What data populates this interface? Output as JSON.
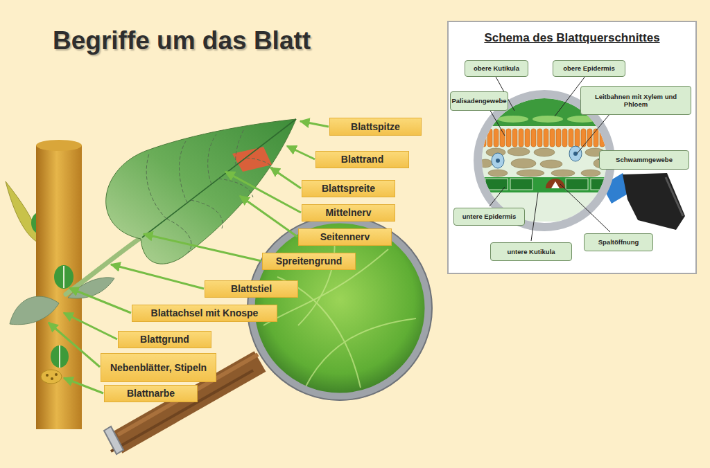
{
  "diagram": {
    "title": "Begriffe um das Blatt",
    "nodes": [
      {
        "text": [
          "Schema des Blattquerschnittes"
        ]
      },
      {
        "text": [
          "obere Kutikula"
        ],
        "in": 0
      },
      {
        "text": [
          "obere Epidermis"
        ],
        "in": 0
      },
      {
        "text": [
          "Palisadengewebe"
        ],
        "in": 0
      },
      {
        "text": [
          "Leitbahnen mit Xylem und Phloem"
        ],
        "in": 0
      },
      {
        "text": [
          "Schwammgewebe"
        ],
        "in": 0
      },
      {
        "text": [
          "untere Epidermis"
        ],
        "in": 0
      },
      {
        "text": [
          "Spaltöffnung"
        ],
        "in": 0
      },
      {
        "text": [
          "untere Kutikula"
        ],
        "in": 0
      },
      {
        "text": [
          "Blattspitze"
        ]
      },
      {
        "text": [
          "Blattrand"
        ]
      },
      {
        "text": [
          "Blattspreite"
        ]
      },
      {
        "text": [
          "Mittelnerv"
        ]
      },
      {
        "text": [
          "Seitennerv"
        ]
      },
      {
        "text": [
          "Spreitengrund"
        ]
      },
      {
        "text": [
          "Blattstiel"
        ]
      },
      {
        "text": [
          "Blattachsel mit Knospe"
        ]
      },
      {
        "text": [
          "Blattgrund"
        ]
      },
      {
        "text": [
          "Nebenblätter, Stipeln"
        ]
      },
      {
        "text": [
          "Blattnarbe"
        ]
      }
    ]
  }
}
